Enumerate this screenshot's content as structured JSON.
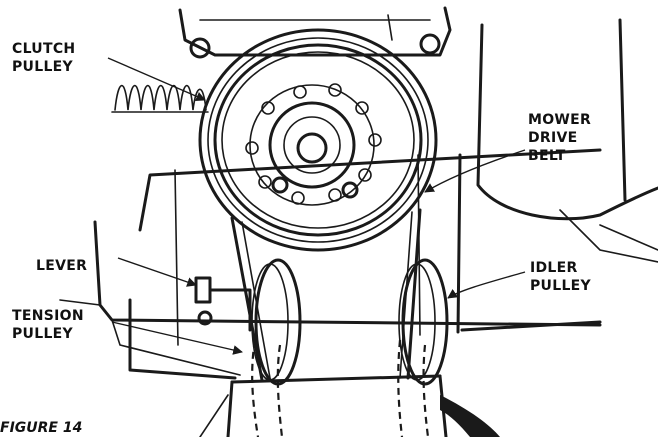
{
  "labels": {
    "clutch_pulley": [
      "CLUTCH",
      "PULLEY"
    ],
    "mower_drive_belt": [
      "MOWER",
      "DRIVE",
      "BELT"
    ],
    "lever": "LEVER",
    "idler_pulley": [
      "IDLER",
      "PULLEY"
    ],
    "tension_pulley": [
      "TENSION",
      "PULLEY"
    ]
  },
  "caption": "FIGURE 14",
  "colors": {
    "ink": "#1a1a1a",
    "paper": "#ffffff"
  }
}
